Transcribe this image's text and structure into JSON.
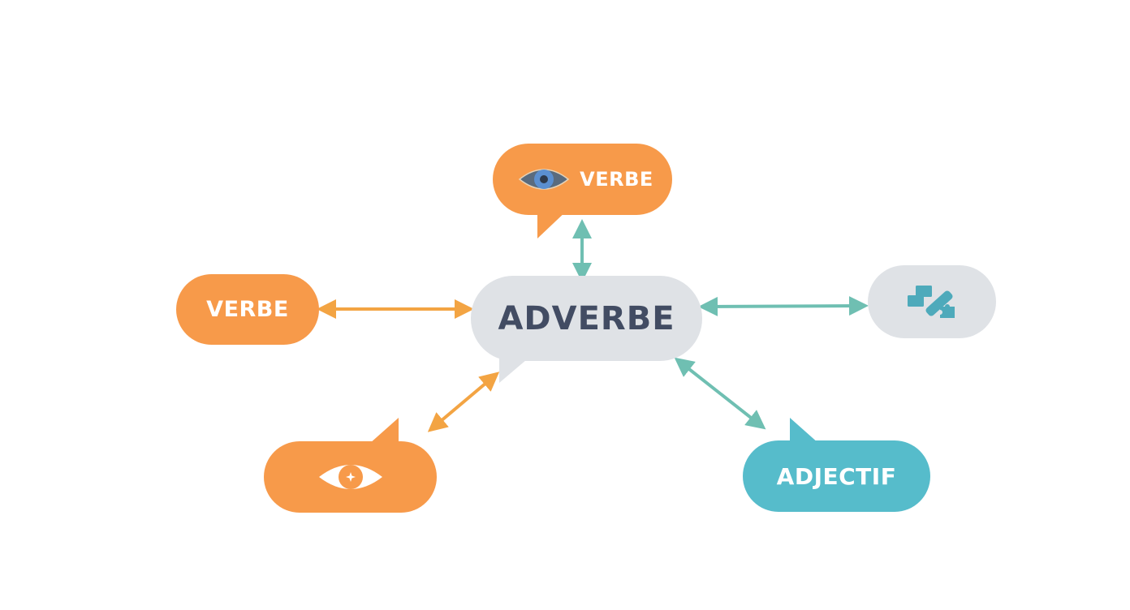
{
  "diagram": {
    "center": {
      "label": "ADVERBE",
      "color": "#dfe2e6",
      "text_color": "#424c63"
    },
    "nodes": [
      {
        "id": "top",
        "label": "VERBE",
        "icon": "eye-icon",
        "color": "#f79a4a"
      },
      {
        "id": "left",
        "label": "VERBE",
        "color": "#f79a4a"
      },
      {
        "id": "right",
        "label": "",
        "icon": "puzzle-bandage-icon",
        "color": "#dfe2e6"
      },
      {
        "id": "bottom-left",
        "label": "",
        "icon": "eye-plus-icon",
        "color": "#f79a4a"
      },
      {
        "id": "bottom-right",
        "label": "ADJECTIF",
        "color": "#56bccb"
      }
    ],
    "connections": [
      {
        "from": "center",
        "to": "top",
        "color": "#6fbfb2",
        "type": "bidirectional"
      },
      {
        "from": "center",
        "to": "left",
        "color": "#f3a443",
        "type": "bidirectional"
      },
      {
        "from": "center",
        "to": "right",
        "color": "#6fbfb2",
        "type": "bidirectional"
      },
      {
        "from": "center",
        "to": "bottom-left",
        "color": "#f3a443",
        "type": "bidirectional"
      },
      {
        "from": "center",
        "to": "bottom-right",
        "color": "#6fbfb2",
        "type": "bidirectional"
      }
    ]
  }
}
